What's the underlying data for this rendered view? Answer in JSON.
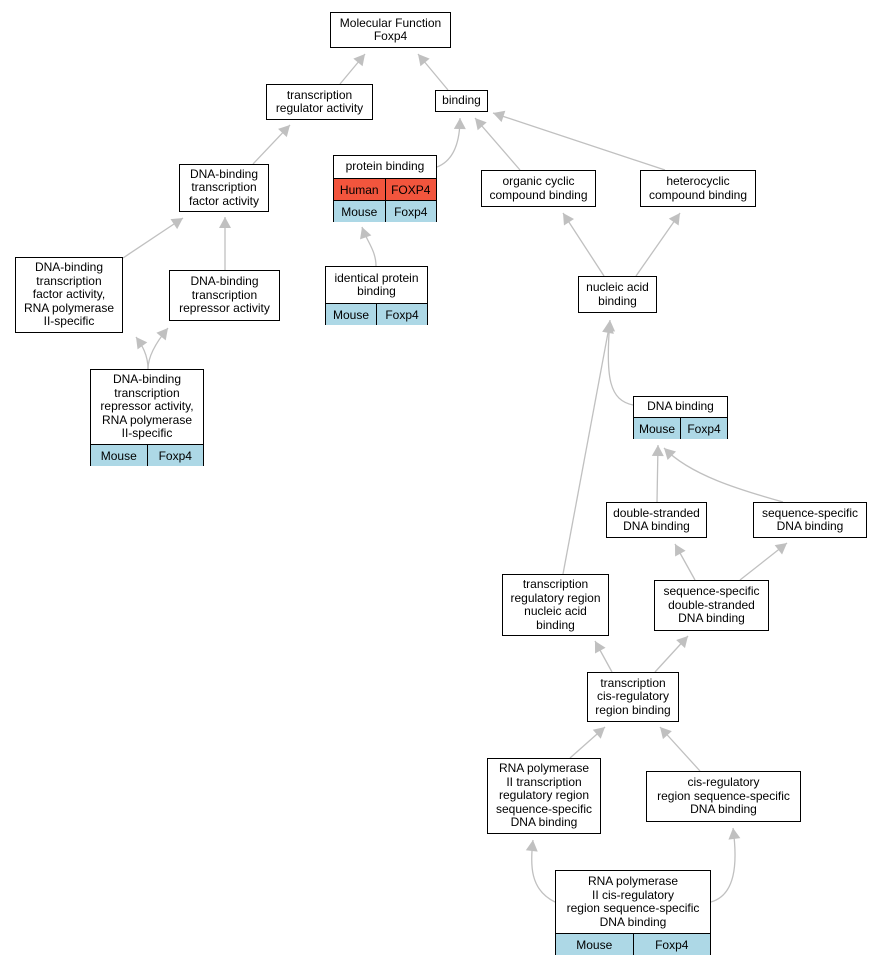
{
  "diagram": {
    "nodes": {
      "mf": {
        "label": "Molecular Function\nFoxp4"
      },
      "tra": {
        "label": "transcription\nregulator activity"
      },
      "binding": {
        "label": "binding"
      },
      "dbtfa": {
        "label": "DNA-binding\ntranscription\nfactor activity"
      },
      "pb": {
        "label": "protein binding",
        "rows": [
          {
            "species": "Human",
            "gene": "FOXP4",
            "color": "#f2553d"
          },
          {
            "species": "Mouse",
            "gene": "Foxp4",
            "color": "#add8e6"
          }
        ]
      },
      "occb": {
        "label": "organic cyclic\ncompound binding"
      },
      "hcb": {
        "label": "heterocyclic\ncompound binding"
      },
      "dbtfa2": {
        "label": "DNA-binding\ntranscription\nfactor activity,\nRNA polymerase\nII-specific"
      },
      "dbtra": {
        "label": "DNA-binding\ntranscription\nrepressor activity"
      },
      "ipb": {
        "label": "identical protein\nbinding",
        "rows": [
          {
            "species": "Mouse",
            "gene": "Foxp4",
            "color": "#add8e6"
          }
        ]
      },
      "nab": {
        "label": "nucleic acid\nbinding"
      },
      "dbtra2": {
        "label": "DNA-binding\ntranscription\nrepressor activity,\nRNA polymerase\nII-specific",
        "rows": [
          {
            "species": "Mouse",
            "gene": "Foxp4",
            "color": "#add8e6"
          }
        ]
      },
      "dnab": {
        "label": "DNA binding",
        "rows": [
          {
            "species": "Mouse",
            "gene": "Foxp4",
            "color": "#add8e6"
          }
        ]
      },
      "dsdb": {
        "label": "double-stranded\nDNA binding"
      },
      "ssdb": {
        "label": "sequence-specific\nDNA binding"
      },
      "trrnab": {
        "label": "transcription\nregulatory region\nnucleic acid\nbinding"
      },
      "ssdsdb": {
        "label": "sequence-specific\ndouble-stranded\nDNA binding"
      },
      "tcrrb": {
        "label": "transcription\ncis-regulatory\nregion binding"
      },
      "rnap": {
        "label": "RNA polymerase\nII transcription\nregulatory region\nsequence-specific\nDNA binding"
      },
      "crrss": {
        "label": "cis-regulatory\nregion sequence-specific\nDNA binding"
      },
      "rnapcr": {
        "label": "RNA polymerase\nII cis-regulatory\nregion sequence-specific\nDNA binding",
        "rows": [
          {
            "species": "Mouse",
            "gene": "Foxp4",
            "color": "#add8e6"
          }
        ]
      }
    },
    "edges": [
      [
        "tra",
        "mf"
      ],
      [
        "binding",
        "mf"
      ],
      [
        "dbtfa",
        "tra"
      ],
      [
        "pb",
        "binding"
      ],
      [
        "occb",
        "binding"
      ],
      [
        "hcb",
        "binding"
      ],
      [
        "dbtfa2",
        "dbtfa"
      ],
      [
        "dbtra",
        "dbtfa"
      ],
      [
        "ipb",
        "pb"
      ],
      [
        "nab",
        "occb"
      ],
      [
        "nab",
        "hcb"
      ],
      [
        "dbtra2",
        "dbtfa2"
      ],
      [
        "dbtra2",
        "dbtra"
      ],
      [
        "dnab",
        "nab"
      ],
      [
        "trrnab",
        "nab"
      ],
      [
        "dsdb",
        "dnab"
      ],
      [
        "ssdb",
        "dnab"
      ],
      [
        "ssdsdb",
        "dsdb"
      ],
      [
        "ssdsdb",
        "ssdb"
      ],
      [
        "tcrrb",
        "trrnab"
      ],
      [
        "tcrrb",
        "ssdsdb"
      ],
      [
        "rnap",
        "tcrrb"
      ],
      [
        "crrss",
        "tcrrb"
      ],
      [
        "rnapcr",
        "rnap"
      ],
      [
        "rnapcr",
        "crrss"
      ]
    ],
    "style": {
      "edge_color": "#c0c0c0",
      "border_color": "#000000"
    }
  }
}
